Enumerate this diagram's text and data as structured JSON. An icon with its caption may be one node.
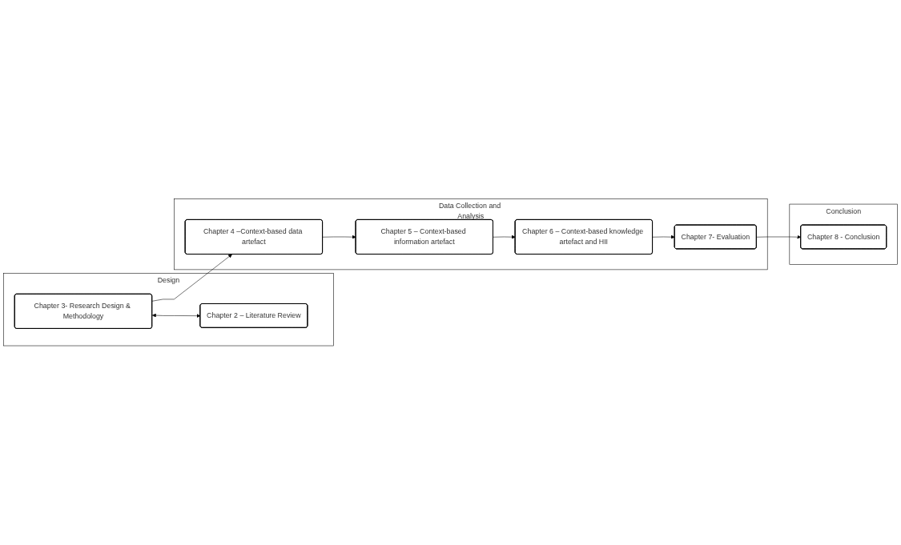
{
  "diagram": {
    "nodes": [
      {
        "text": [
          "Design"
        ]
      },
      {
        "text": [
          "Chapter 3- Research Design & Methodology"
        ],
        "in": 0
      },
      {
        "text": [
          "Chapter 2 – Literature Review"
        ],
        "in": 0
      },
      {
        "text": [
          "Data Collection and Analysis"
        ]
      },
      {
        "text": [
          "Chapter 4 –Context-based data artefact"
        ],
        "in": 3
      },
      {
        "text": [
          "Chapter 5 – Context-based information artefact"
        ],
        "in": 3
      },
      {
        "text": [
          "Chapter 6 – Context-based knowledge artefact and HII"
        ],
        "in": 3
      },
      {
        "text": [
          "Chapter 7- Evaluation"
        ],
        "in": 3
      },
      {
        "text": [
          "Conclusion"
        ]
      },
      {
        "text": [
          "Chapter 8 - Conclusion"
        ],
        "in": 8
      }
    ],
    "edges": [
      {
        "from": 1,
        "to": 4,
        "arrow": "to"
      },
      {
        "from": 1,
        "to": 2,
        "arrow": "both"
      },
      {
        "from": 4,
        "to": 5,
        "arrow": "to"
      },
      {
        "from": 5,
        "to": 6,
        "arrow": "to"
      },
      {
        "from": 6,
        "to": 7,
        "arrow": "to"
      },
      {
        "from": 7,
        "to": 9,
        "arrow": "to"
      }
    ]
  }
}
